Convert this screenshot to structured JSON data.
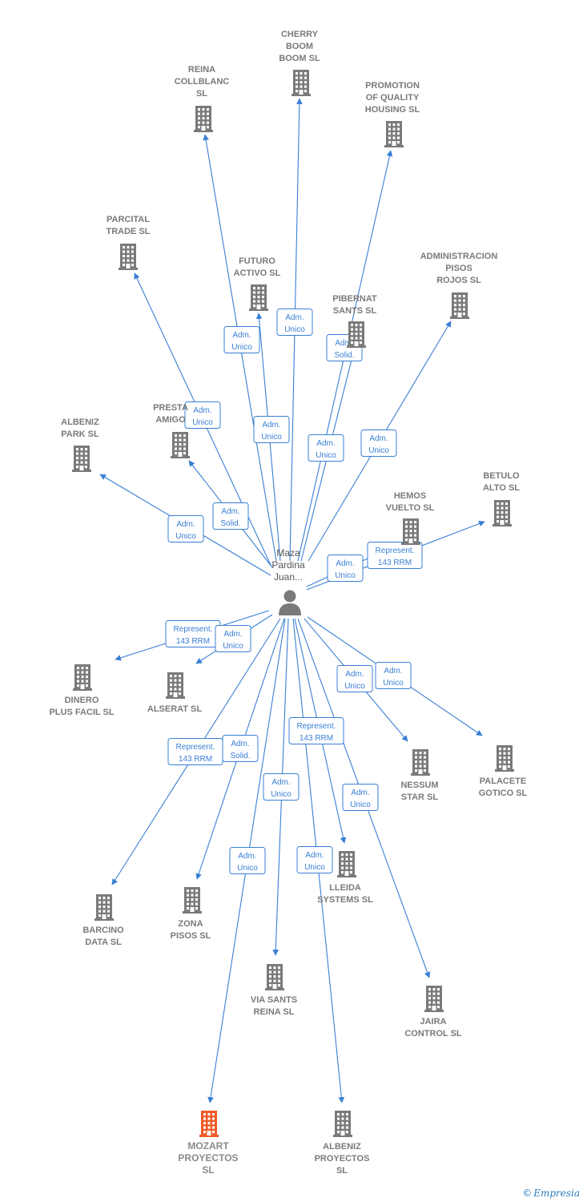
{
  "center": {
    "name_lines": [
      "Maza",
      "Pardina",
      "Juan..."
    ],
    "icon": "person-icon"
  },
  "colors": {
    "edge": "#3a7fd5",
    "building": "#7a7a7a",
    "building_highlight": "#f05a28"
  },
  "companies": [
    {
      "id": "reina-collblanc",
      "lines": [
        "REINA",
        "COLLBLANC",
        "SL"
      ],
      "icon": "building-icon"
    },
    {
      "id": "cherry-boom",
      "lines": [
        "CHERRY",
        "BOOM",
        "BOOM SL"
      ],
      "icon": "building-icon"
    },
    {
      "id": "promotion-quality",
      "lines": [
        "PROMOTION",
        "OF QUALITY",
        "HOUSING  SL"
      ],
      "icon": "building-icon"
    },
    {
      "id": "parcital-trade",
      "lines": [
        "PARCITAL",
        "TRADE  SL"
      ],
      "icon": "building-icon"
    },
    {
      "id": "futuro-activo",
      "lines": [
        "FUTURO",
        "ACTIVO SL"
      ],
      "icon": "building-icon"
    },
    {
      "id": "pibernat-sants",
      "lines": [
        "PIBERNAT",
        "SANTS  SL"
      ],
      "icon": "building-icon"
    },
    {
      "id": "administracion-pisos",
      "lines": [
        "ADMINISTRACION",
        "PISOS",
        "ROJOS  SL"
      ],
      "icon": "building-icon"
    },
    {
      "id": "presta-amigo",
      "lines": [
        "PRESTA",
        "AMIGO"
      ],
      "icon": "building-icon"
    },
    {
      "id": "albeniz-park",
      "lines": [
        "ALBENIZ",
        "PARK  SL"
      ],
      "icon": "building-icon"
    },
    {
      "id": "hemos-vuelto",
      "lines": [
        "HEMOS",
        "VUELTO  SL"
      ],
      "icon": "building-icon"
    },
    {
      "id": "betulo-alto",
      "lines": [
        "BETULO",
        "ALTO SL"
      ],
      "icon": "building-icon"
    },
    {
      "id": "dinero-plus",
      "lines": [
        "DINERO",
        "PLUS FACIL SL"
      ],
      "icon": "building-icon"
    },
    {
      "id": "alserat",
      "lines": [
        "ALSERAT  SL"
      ],
      "icon": "building-icon"
    },
    {
      "id": "nessum-star",
      "lines": [
        "NESSUM",
        "STAR  SL"
      ],
      "icon": "building-icon"
    },
    {
      "id": "palacete-gotico",
      "lines": [
        "PALACETE",
        "GOTICO  SL"
      ],
      "icon": "building-icon"
    },
    {
      "id": "barcino-data",
      "lines": [
        "BARCINO",
        "DATA SL"
      ],
      "icon": "building-icon"
    },
    {
      "id": "zona-pisos",
      "lines": [
        "ZONA",
        "PISOS SL"
      ],
      "icon": "building-icon"
    },
    {
      "id": "lleida-systems",
      "lines": [
        "LLEIDA",
        "SYSTEMS  SL"
      ],
      "icon": "building-icon"
    },
    {
      "id": "via-sants",
      "lines": [
        "VIA SANTS",
        "REINA  SL"
      ],
      "icon": "building-icon"
    },
    {
      "id": "jaira-control",
      "lines": [
        "JAIRA",
        "CONTROL  SL"
      ],
      "icon": "building-icon"
    },
    {
      "id": "mozart-proyectos",
      "lines": [
        "MOZART",
        "PROYECTOS",
        "SL"
      ],
      "icon": "building-icon",
      "highlight": true
    },
    {
      "id": "albeniz-proyectos",
      "lines": [
        "ALBENIZ",
        "PROYECTOS",
        "SL"
      ],
      "icon": "building-icon"
    }
  ],
  "edge_labels": {
    "adm_unico": [
      "Adm.",
      "Unico"
    ],
    "adm_solid": [
      "Adm.",
      "Solid."
    ],
    "represent": [
      "Represent.",
      "143 RRM"
    ]
  },
  "watermark": {
    "symbol": "©",
    "brand": "Empresia"
  }
}
